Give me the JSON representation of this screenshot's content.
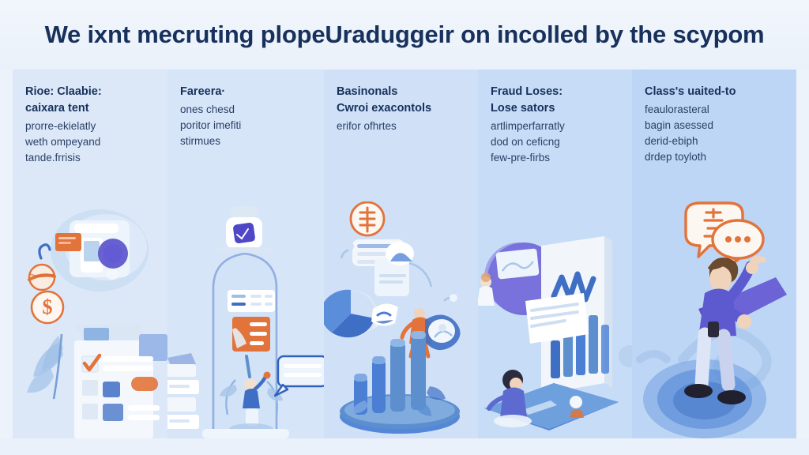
{
  "header": {
    "title": "We ixnt mecruting plopeUraduggeir on incolled by the scypom",
    "title_color": "#17315c",
    "background": "#eef4fb"
  },
  "theme": {
    "accent_orange": "#e2733a",
    "accent_blue": "#4a7fd4",
    "accent_purple": "#5a52c8",
    "text_dark": "#17315c",
    "text_body": "#2a3f66",
    "page_background": "#edf3fb"
  },
  "columns": [
    {
      "id": "column-1",
      "background": "#dce8f7",
      "title_lines": [
        "Rioe: Claabie:",
        "caixara tent"
      ],
      "body_lines": [
        "prorre-ekielatly",
        "weth ompeyand",
        "tande.frrisis"
      ],
      "illustration": {
        "name": "dollar-coin-checklist-scene",
        "elements": [
          "dollar-coin-icon",
          "medal-badge-icon",
          "orange-card",
          "document-panel",
          "checklist-box",
          "check-mark-icon",
          "plant-leaves",
          "blue-circle-logo"
        ]
      }
    },
    {
      "id": "column-2",
      "background": "#d6e5f8",
      "title_lines": [
        "Fareera·"
      ],
      "body_lines": [
        "ones chesd",
        "poritor imefiti",
        "stirmues"
      ],
      "illustration": {
        "name": "bell-jar-person-scene",
        "elements": [
          "bell-jar-dome",
          "dome-cap-icon",
          "orange-card",
          "form-panel",
          "person-figure",
          "speech-bubble",
          "stacked-papers",
          "plant-leaves"
        ]
      }
    },
    {
      "id": "column-3",
      "background": "#cfe0f7",
      "title_lines": [
        "Basinonals",
        "Cwroi exacontols"
      ],
      "body_lines": [
        "erifor ofhrtes"
      ],
      "illustration": {
        "name": "charts-analytics-scene",
        "elements": [
          "coin-badge-icon",
          "pie-chart",
          "bar-chart-platform",
          "orange-person-figure",
          "magnifier-bubble",
          "document-card",
          "plant-leaves"
        ]
      }
    },
    {
      "id": "column-4",
      "background": "#c7dcf6",
      "title_lines": [
        "Fraud Loses:",
        "Lose sators"
      ],
      "body_lines": [
        "artlimperfarratly",
        "dod on ceficng",
        "few-pre-firbs"
      ],
      "illustration": {
        "name": "dashboard-board-scene",
        "elements": [
          "purple-circle",
          "whiteboard-panel",
          "line-chart-zigzag",
          "bar-chart",
          "note-card",
          "person-figure",
          "platform-base"
        ]
      }
    },
    {
      "id": "column-5",
      "background": "#bed6f5",
      "title_lines": [
        "Class's uaited-to"
      ],
      "body_lines": [
        "feaulorasteral",
        "bagin asessed",
        "derid-ebiph",
        "drdep toyloth"
      ],
      "illustration": {
        "name": "person-presenting-scene",
        "elements": [
          "speech-bubble-glyph-icon",
          "speech-bubble-dots-icon",
          "person-figure",
          "purple-panel",
          "blue-orb",
          "ribbon-swirl"
        ]
      }
    }
  ]
}
